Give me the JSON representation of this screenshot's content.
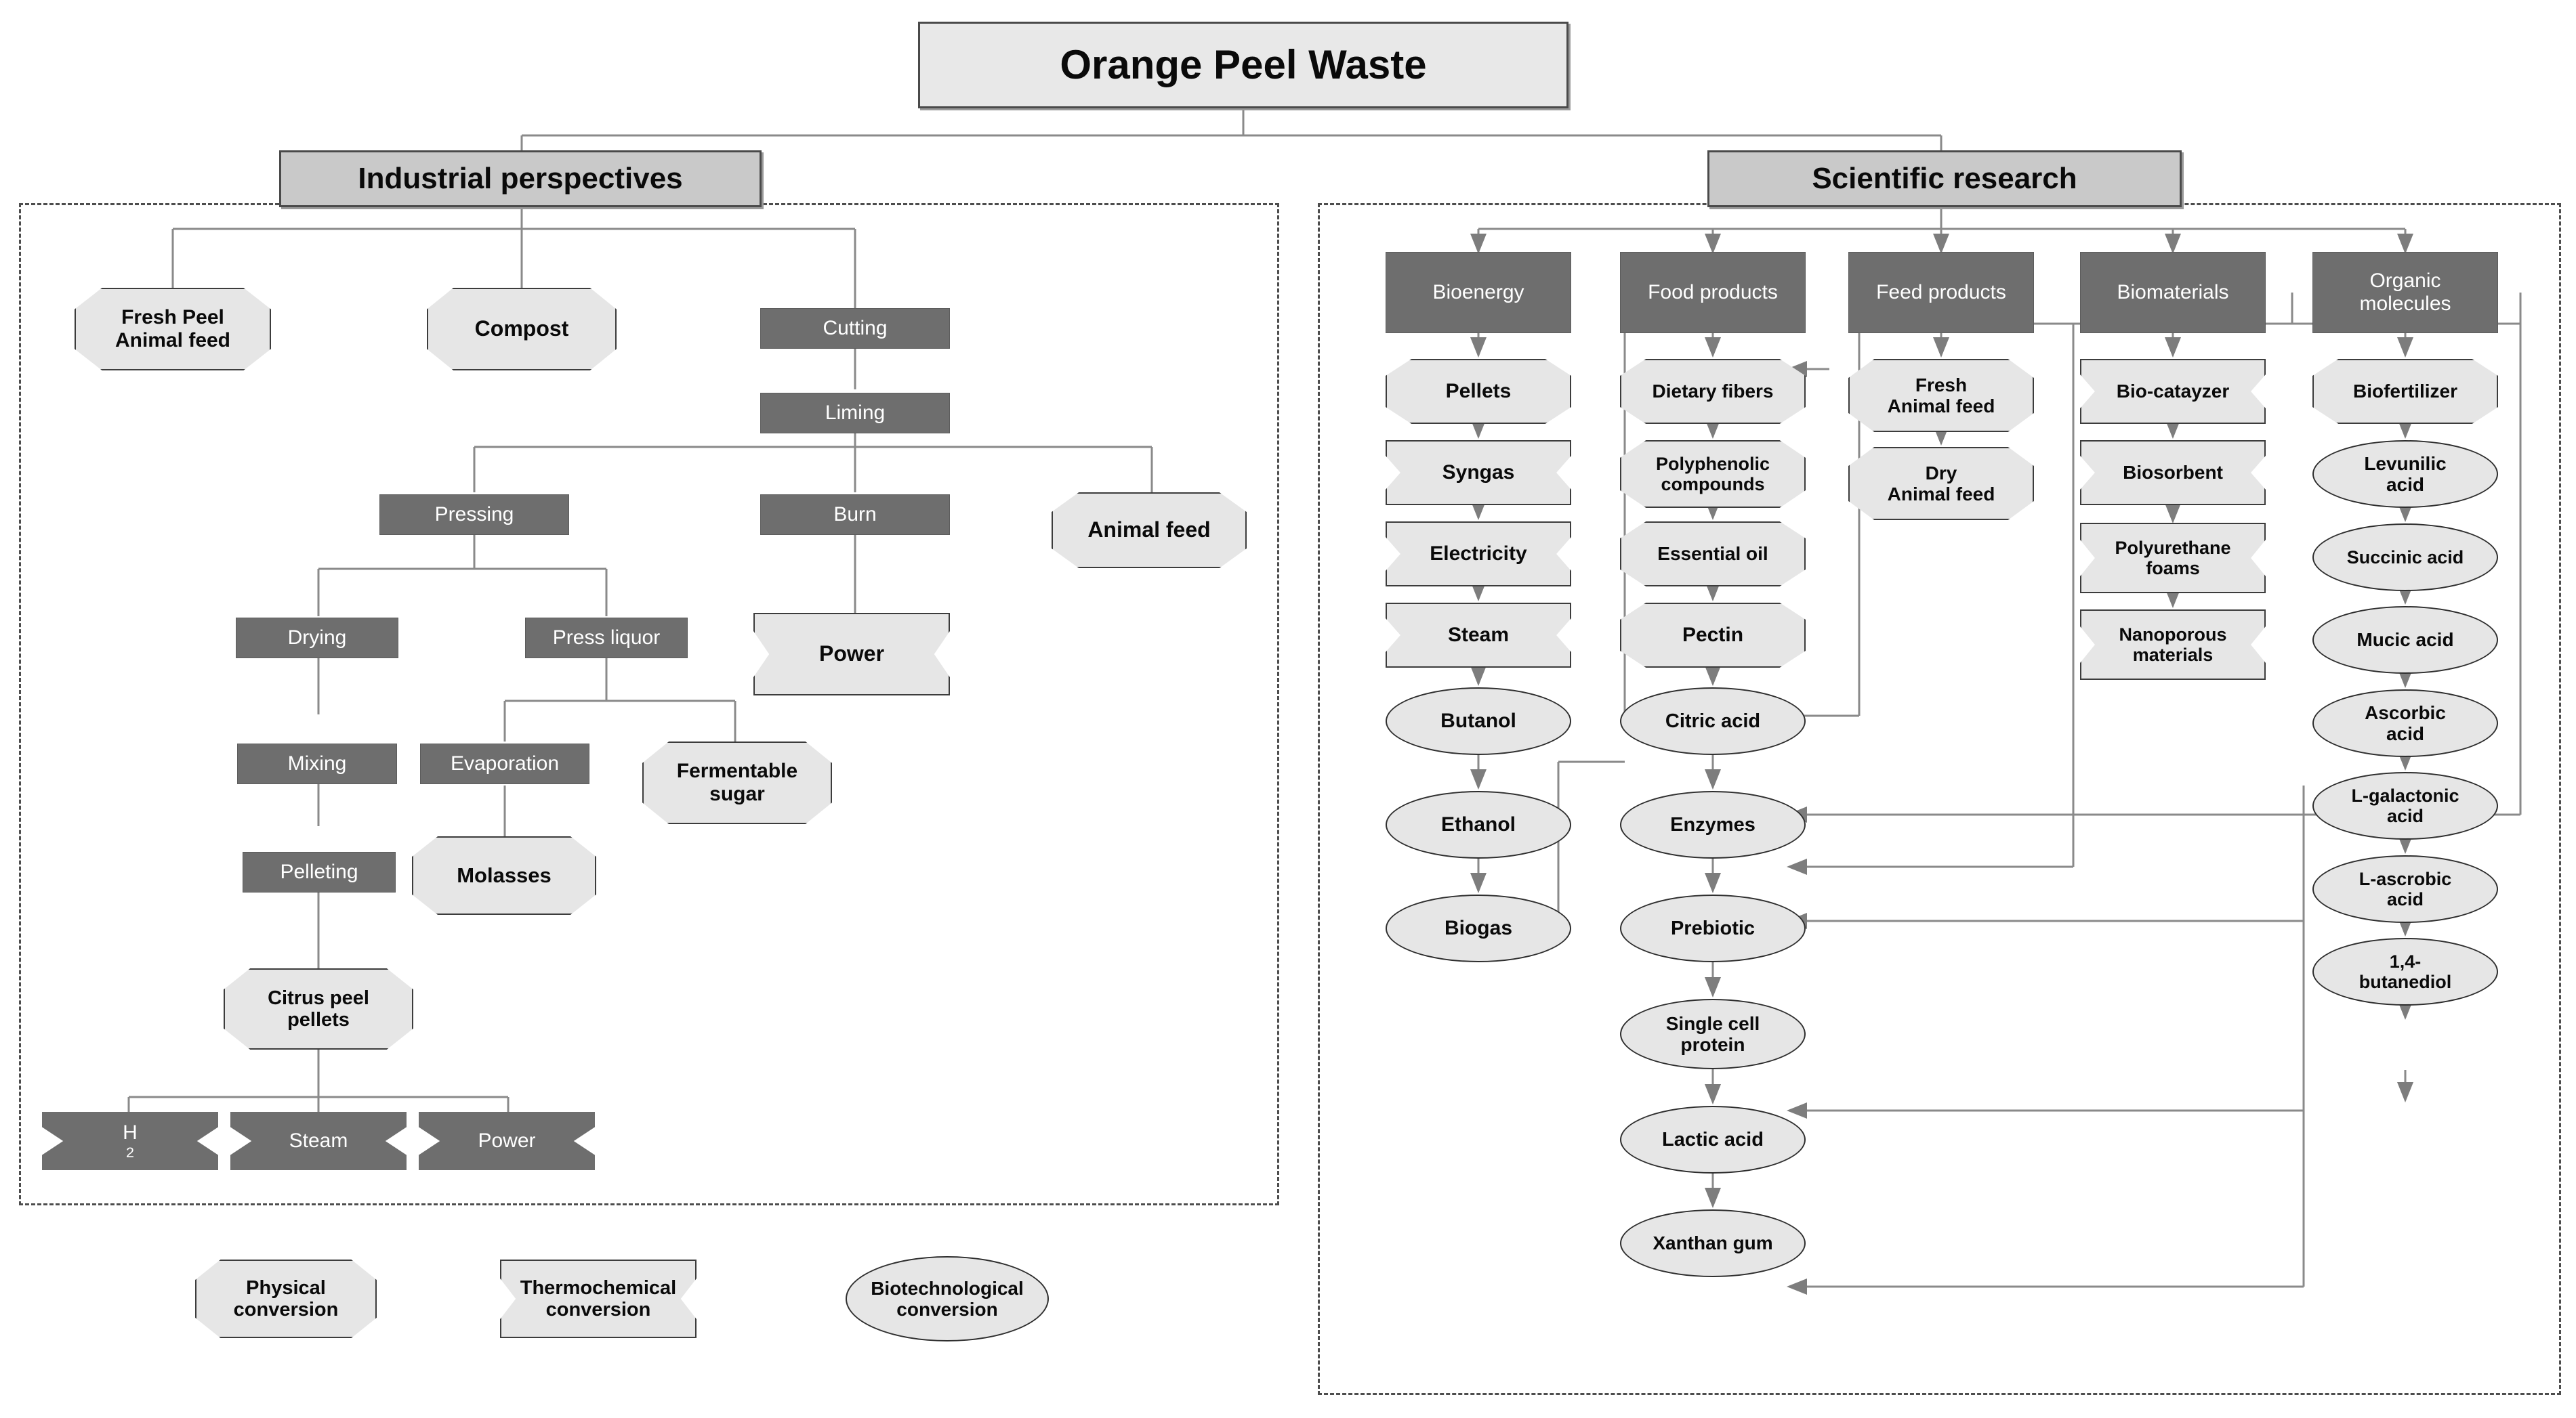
{
  "title": {
    "label": "Orange Peel Waste"
  },
  "sections": [
    {
      "label": "Industrial perspectives"
    },
    {
      "label": "Scientific research"
    }
  ],
  "industrial": {
    "products": [
      {
        "label": "Fresh Peel\nAnimal feed",
        "shape": "octagon"
      },
      {
        "label": "Compost",
        "shape": "octagon"
      },
      {
        "label": "Animal feed",
        "shape": "octagon"
      },
      {
        "label": "Power",
        "shape": "concave"
      },
      {
        "label": "Fermentable\nsugar",
        "shape": "octagon"
      },
      {
        "label": "Molasses",
        "shape": "octagon"
      },
      {
        "label": "Citrus peel\npellets",
        "shape": "octagon"
      }
    ],
    "processes": [
      {
        "label": "Cutting"
      },
      {
        "label": "Liming"
      },
      {
        "label": "Pressing"
      },
      {
        "label": "Burn"
      },
      {
        "label": "Drying"
      },
      {
        "label": "Press liquor"
      },
      {
        "label": "Mixing"
      },
      {
        "label": "Evaporation"
      },
      {
        "label": "Pelleting"
      }
    ],
    "outputs": [
      {
        "label": "H2",
        "label_main": "H",
        "label_sub": "2"
      },
      {
        "label": "Steam"
      },
      {
        "label": "Power"
      }
    ]
  },
  "legend": [
    {
      "label": "Physical\nconversion",
      "shape": "octagon"
    },
    {
      "label": "Thermochemical\nconversion",
      "shape": "concave"
    },
    {
      "label": "Biotechnological\nconversion",
      "shape": "ellipse"
    }
  ],
  "research": {
    "columns": [
      {
        "header": "Bioenergy",
        "items": [
          {
            "label": "Pellets",
            "shape": "octagon"
          },
          {
            "label": "Syngas",
            "shape": "concave"
          },
          {
            "label": "Electricity",
            "shape": "concave"
          },
          {
            "label": "Steam",
            "shape": "concave"
          },
          {
            "label": "Butanol",
            "shape": "ellipse"
          },
          {
            "label": "Ethanol",
            "shape": "ellipse"
          },
          {
            "label": "Biogas",
            "shape": "ellipse"
          }
        ]
      },
      {
        "header": "Food products",
        "items": [
          {
            "label": "Dietary fibers",
            "shape": "octagon"
          },
          {
            "label": "Polyphenolic\ncompounds",
            "shape": "octagon"
          },
          {
            "label": "Essential oil",
            "shape": "octagon"
          },
          {
            "label": "Pectin",
            "shape": "octagon"
          },
          {
            "label": "Citric acid",
            "shape": "ellipse"
          },
          {
            "label": "Enzymes",
            "shape": "ellipse"
          },
          {
            "label": "Prebiotic",
            "shape": "ellipse"
          },
          {
            "label": "Single cell\nprotein",
            "shape": "ellipse"
          },
          {
            "label": "Lactic acid",
            "shape": "ellipse"
          },
          {
            "label": "Xanthan gum",
            "shape": "ellipse"
          }
        ]
      },
      {
        "header": "Feed products",
        "items": [
          {
            "label": "Fresh\nAnimal feed",
            "shape": "octagon"
          },
          {
            "label": "Dry\nAnimal feed",
            "shape": "octagon"
          }
        ]
      },
      {
        "header": "Biomaterials",
        "items": [
          {
            "label": "Bio-catayzer",
            "shape": "concave"
          },
          {
            "label": "Biosorbent",
            "shape": "concave"
          },
          {
            "label": "Polyurethane\nfoams",
            "shape": "concave"
          },
          {
            "label": "Nanoporous\nmaterials",
            "shape": "concave"
          }
        ]
      },
      {
        "header": "Organic\nmolecules",
        "items": [
          {
            "label": "Biofertilizer",
            "shape": "octagon"
          },
          {
            "label": "Levunilic\nacid",
            "shape": "ellipse"
          },
          {
            "label": "Succinic acid",
            "shape": "ellipse"
          },
          {
            "label": "Mucic acid",
            "shape": "ellipse"
          },
          {
            "label": "Ascorbic\nacid",
            "shape": "ellipse"
          },
          {
            "label": "L-galactonic\nacid",
            "shape": "ellipse"
          },
          {
            "label": "L-ascrobic\nacid",
            "shape": "ellipse"
          },
          {
            "label": "1,4-\nbutanediol",
            "shape": "ellipse"
          }
        ]
      }
    ]
  },
  "colors": {
    "process_fill": "#6e6e6e",
    "product_fill": "#e6e6e6",
    "header_fill": "#c9c9c9",
    "title_fill": "#e8e8e8",
    "line": "#8a8a8a",
    "border": "#3c3c3c"
  }
}
